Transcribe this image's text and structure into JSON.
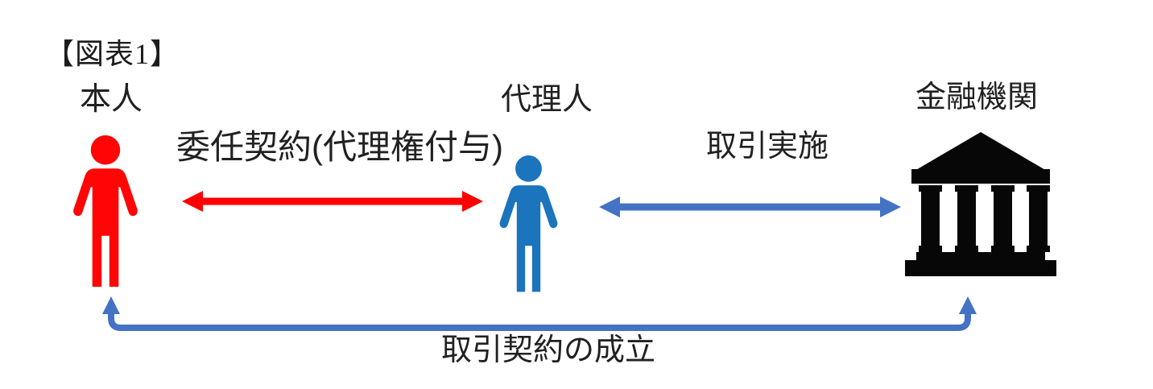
{
  "canvas": {
    "background": "#ffffff"
  },
  "title": {
    "text": "【図表1】"
  },
  "actors": {
    "principal": {
      "label": "本人",
      "color": "#ff0505",
      "icon": "person-icon"
    },
    "agent": {
      "label": "代理人",
      "color": "#1b74bc",
      "icon": "person-icon"
    },
    "bank": {
      "label": "金融機関",
      "color": "#070707",
      "icon": "bank-icon"
    }
  },
  "relations": {
    "mandate": {
      "label": "委任契約(代理権付与)",
      "from": "principal",
      "to": "agent",
      "arrow": "double-headed",
      "color": "#fe0000"
    },
    "transaction": {
      "label": "取引実施",
      "from": "agent",
      "to": "bank",
      "arrow": "double-headed",
      "color": "#4472c4"
    },
    "contract": {
      "label": "取引契約の成立",
      "from": "principal",
      "to": "bank",
      "arrow": "double-headed-up-bracket",
      "color": "#4472c4"
    }
  }
}
